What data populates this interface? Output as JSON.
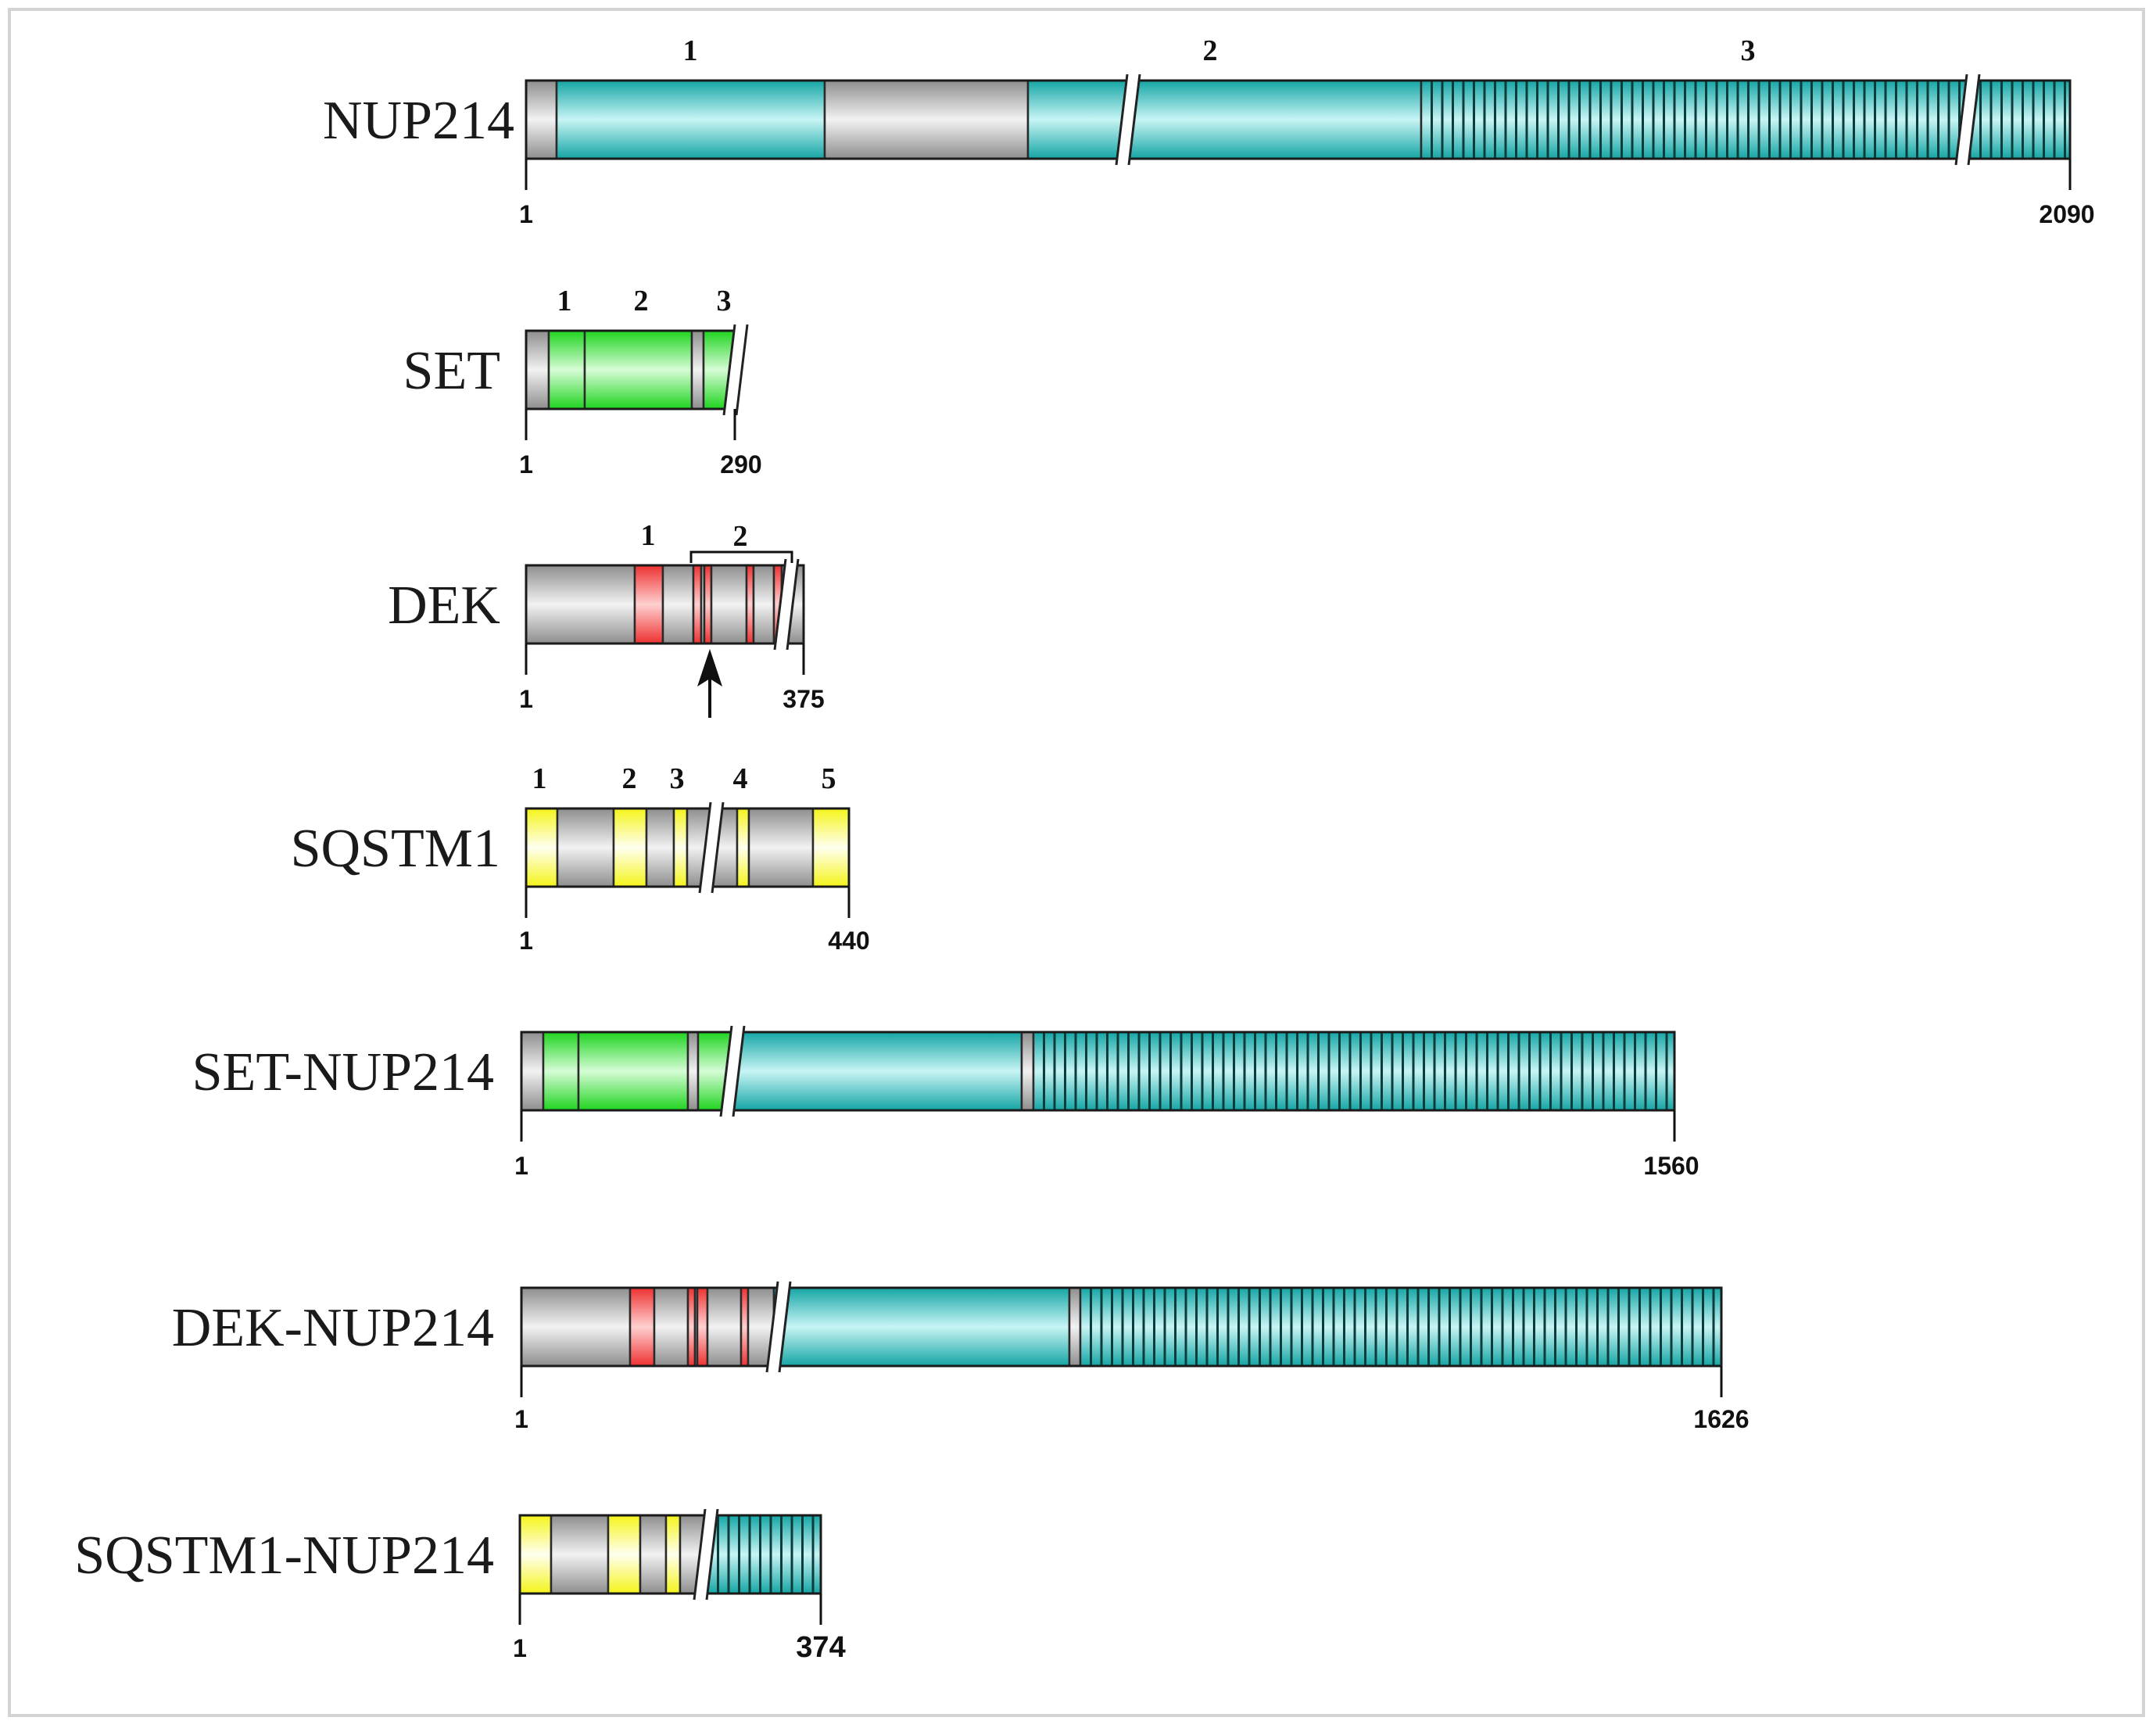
{
  "colors": {
    "gray": "#9a9a9a",
    "teal": "#19b2b2",
    "green": "#22dd22",
    "red": "#f03a3a",
    "yellow": "#f6f622",
    "outline": "#2a2a2a"
  },
  "proteins": [
    {
      "name": "NUP214",
      "start_label": "1",
      "end_label": "2090",
      "domain_numbers": [
        "1",
        "2",
        "3"
      ]
    },
    {
      "name": "SET",
      "start_label": "1",
      "end_label": "290",
      "domain_numbers": [
        "1",
        "2",
        "3"
      ]
    },
    {
      "name": "DEK",
      "start_label": "1",
      "end_label": "375",
      "domain_numbers": [
        "1",
        "2"
      ],
      "marker": "breakpoint-arrow"
    },
    {
      "name": "SQSTM1",
      "start_label": "1",
      "end_label": "440",
      "domain_numbers": [
        "1",
        "2",
        "3",
        "4",
        "5"
      ]
    },
    {
      "name": "SET-NUP214",
      "start_label": "1",
      "end_label": "1560",
      "domain_numbers": []
    },
    {
      "name": "DEK-NUP214",
      "start_label": "1",
      "end_label": "1626",
      "domain_numbers": []
    },
    {
      "name": "SQSTM1-NUP214",
      "start_label": "1",
      "end_label": "374",
      "domain_numbers": []
    }
  ]
}
